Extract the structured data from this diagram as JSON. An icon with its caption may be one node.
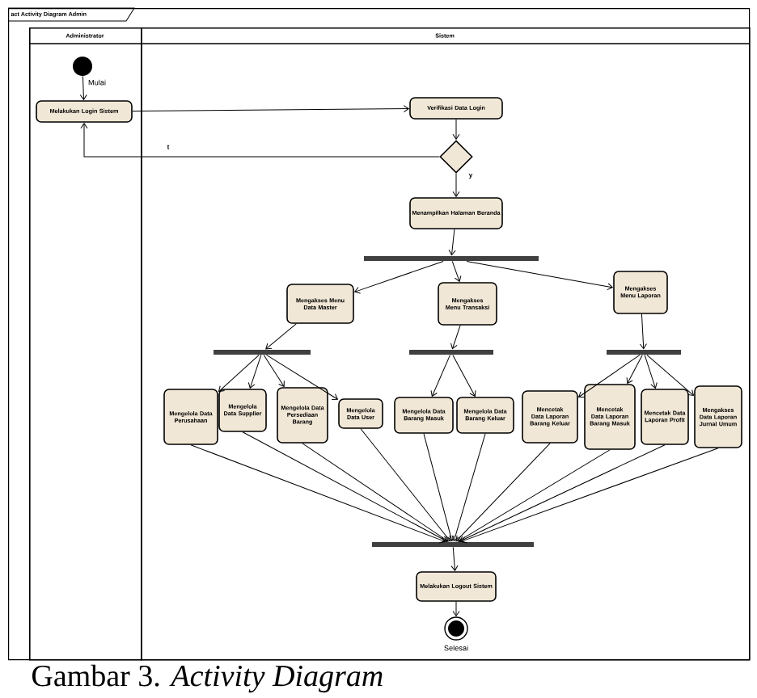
{
  "diagram": {
    "caption": "Gambar 3. *Activity Diagram*",
    "nodes": [
      {
        "text": [
          "act Activity Diagram Admin"
        ]
      },
      {
        "text": [
          "Administrator"
        ],
        "in": 0
      },
      {
        "text": [
          "Sistem"
        ],
        "in": 0
      },
      {
        "text": [],
        "shape": "circle",
        "beside": [
          "Mulai"
        ],
        "in": 1
      },
      {
        "text": [
          "Melakukan Login Sistem"
        ],
        "in": 1
      },
      {
        "text": [
          "Verifikasi Data Login"
        ],
        "in": 2
      },
      {
        "text": [],
        "shape": "diamond",
        "in": 2
      },
      {
        "text": [
          "Menampilkan Halaman Beranda"
        ],
        "in": 2
      },
      {
        "text": [],
        "shape": "bar",
        "in": 2
      },
      {
        "text": [
          "Mengakses Menu Data Master"
        ],
        "in": 2
      },
      {
        "text": [
          "Mengakses Menu Transaksi"
        ],
        "in": 2
      },
      {
        "text": [
          "Mengakses Menu Laporan"
        ],
        "in": 2
      },
      {
        "text": [],
        "shape": "bar",
        "in": 2
      },
      {
        "text": [],
        "shape": "bar",
        "in": 2
      },
      {
        "text": [],
        "shape": "bar",
        "in": 2
      },
      {
        "text": [
          "Mengelola Data Perusahaan"
        ],
        "in": 2
      },
      {
        "text": [
          "Mengelola Data Supplier"
        ],
        "in": 2
      },
      {
        "text": [
          "Mengelola Data Persediaan Barang"
        ],
        "in": 2
      },
      {
        "text": [
          "Mengelola Data User"
        ],
        "in": 2
      },
      {
        "text": [
          "Mengelola Data Barang Masuk"
        ],
        "in": 2
      },
      {
        "text": [
          "Mengelola Data Barang Keluar"
        ],
        "in": 2
      },
      {
        "text": [
          "Mencetak Data Laporan Barang Keluar"
        ],
        "in": 2
      },
      {
        "text": [
          "Mencetak Data Laporan Barang Masuk"
        ],
        "in": 2
      },
      {
        "text": [
          "Mencetak Data Laporan Profit"
        ],
        "in": 2
      },
      {
        "text": [
          "Mengakses Data Laporan Jurnal Umum"
        ],
        "in": 2
      },
      {
        "text": [],
        "shape": "bar",
        "in": 2
      },
      {
        "text": [
          "Melakukan Logout Sistem"
        ],
        "in": 2
      },
      {
        "text": [],
        "shape": "circle",
        "beside": [
          "Selesai"
        ],
        "in": 2
      }
    ],
    "edges": [
      {
        "from": 3,
        "to": 4,
        "arrow": "to"
      },
      {
        "from": 4,
        "to": 5,
        "arrow": "to"
      },
      {
        "from": 5,
        "to": 6,
        "arrow": "to"
      },
      {
        "from": 6,
        "to": 4,
        "arrow": "to",
        "label": "t"
      },
      {
        "from": 6,
        "to": 7,
        "arrow": "to",
        "label": "y"
      },
      {
        "from": 7,
        "to": 8,
        "arrow": "to"
      },
      {
        "from": 8,
        "to": 9,
        "arrow": "to"
      },
      {
        "from": 8,
        "to": 10,
        "arrow": "to"
      },
      {
        "from": 8,
        "to": 11,
        "arrow": "to"
      },
      {
        "from": 9,
        "to": 12,
        "arrow": "to"
      },
      {
        "from": 10,
        "to": 13,
        "arrow": "to"
      },
      {
        "from": 11,
        "to": 14,
        "arrow": "to"
      },
      {
        "from": 12,
        "to": 15,
        "arrow": "to"
      },
      {
        "from": 12,
        "to": 16,
        "arrow": "to"
      },
      {
        "from": 12,
        "to": 17,
        "arrow": "to"
      },
      {
        "from": 12,
        "to": 18,
        "arrow": "to"
      },
      {
        "from": 13,
        "to": 19,
        "arrow": "to"
      },
      {
        "from": 13,
        "to": 20,
        "arrow": "to"
      },
      {
        "from": 14,
        "to": 21,
        "arrow": "to"
      },
      {
        "from": 14,
        "to": 22,
        "arrow": "to"
      },
      {
        "from": 14,
        "to": 23,
        "arrow": "to"
      },
      {
        "from": 14,
        "to": 24,
        "arrow": "to"
      },
      {
        "from": 15,
        "to": 25,
        "arrow": "to"
      },
      {
        "from": 16,
        "to": 25,
        "arrow": "to"
      },
      {
        "from": 17,
        "to": 25,
        "arrow": "to"
      },
      {
        "from": 18,
        "to": 25,
        "arrow": "to"
      },
      {
        "from": 19,
        "to": 25,
        "arrow": "to"
      },
      {
        "from": 20,
        "to": 25,
        "arrow": "to"
      },
      {
        "from": 21,
        "to": 25,
        "arrow": "to"
      },
      {
        "from": 22,
        "to": 25,
        "arrow": "to"
      },
      {
        "from": 23,
        "to": 25,
        "arrow": "to"
      },
      {
        "from": 24,
        "to": 25,
        "arrow": "to"
      },
      {
        "from": 25,
        "to": 26,
        "arrow": "to"
      },
      {
        "from": 26,
        "to": 27,
        "arrow": "to"
      }
    ]
  }
}
